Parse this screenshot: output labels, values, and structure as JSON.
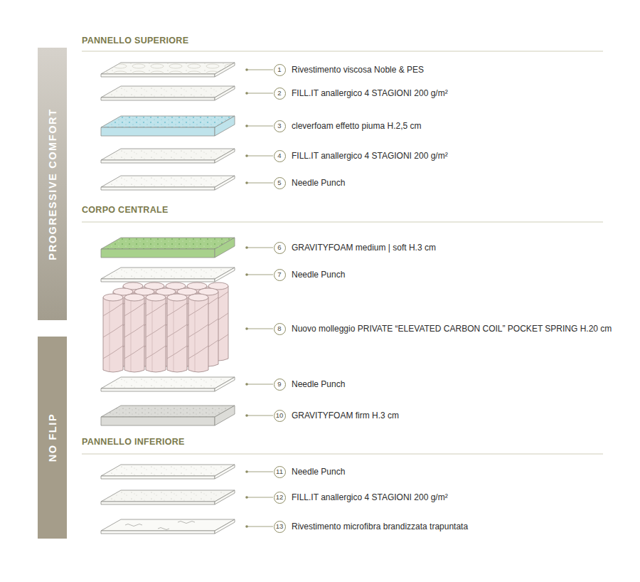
{
  "diagram": {
    "nodes": [
      {
        "text": [
          "PROGRESSIVE COMFORT"
        ]
      },
      {
        "text": [
          "NO FLIP"
        ]
      },
      {
        "text": [
          "1"
        ]
      },
      {
        "text": [
          "2"
        ]
      },
      {
        "text": [
          "3"
        ]
      },
      {
        "text": [
          "4"
        ]
      },
      {
        "text": [
          "5"
        ]
      },
      {
        "text": [
          "6"
        ]
      },
      {
        "text": [
          "7"
        ]
      },
      {
        "text": [
          "8"
        ]
      },
      {
        "text": [
          "9"
        ]
      },
      {
        "text": [
          "10"
        ]
      },
      {
        "text": [
          "11"
        ]
      },
      {
        "text": [
          "12"
        ]
      },
      {
        "text": [
          "13"
        ]
      }
    ],
    "labels": [
      "PANNELLO SUPERIORE",
      "Rivestimento viscosa Noble & PES",
      "FILL.IT anallergico 4 STAGIONI 200 g/m²",
      "cleverfoam effetto piuma H.2,5 cm",
      "FILL.IT anallergico 4 STAGIONI 200 g/m²",
      "Needle Punch",
      "CORPO CENTRALE",
      "GRAVITYFOAM medium | soft H.3 cm",
      "Needle Punch",
      "Nuovo molleggio PRIVATE “ELEVATED CARBON COIL” POCKET SPRING H.20 cm",
      "Needle Punch",
      "GRAVITYFOAM firm H.3 cm",
      "PANNELLO INFERIORE",
      "Needle Punch",
      "FILL.IT anallergico 4 STAGIONI 200 g/m²",
      "Rivestimento microfibra brandizzata trapuntata"
    ]
  }
}
